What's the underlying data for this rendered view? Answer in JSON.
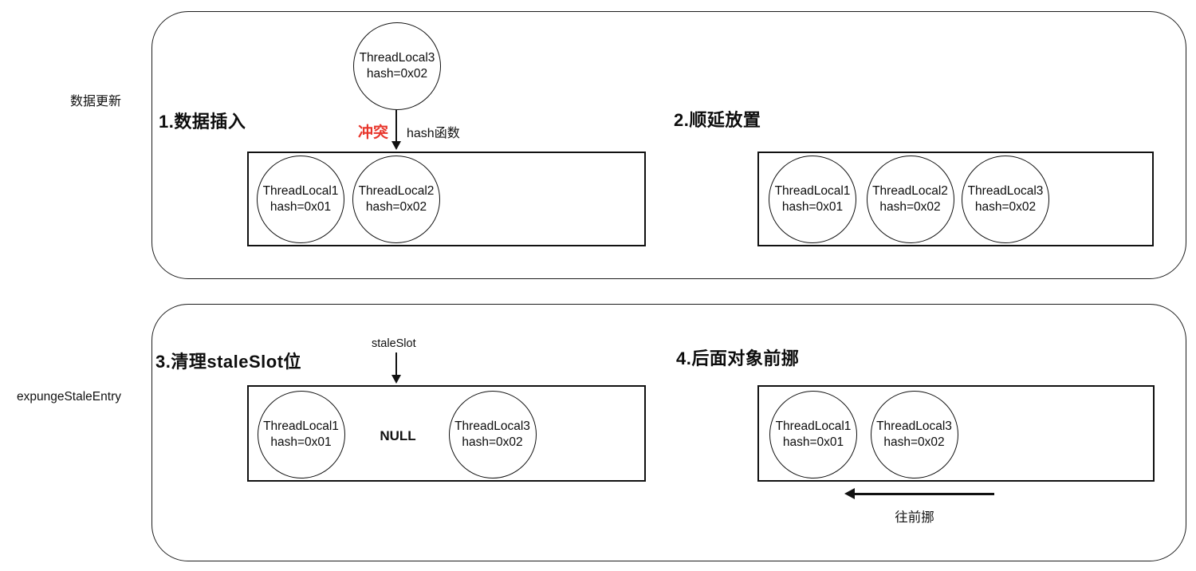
{
  "side_labels": {
    "top": "数据更新",
    "bottom": "expungeStaleEntry"
  },
  "top_panel": {
    "section1": {
      "title": "1.数据插入",
      "incoming": {
        "line1": "ThreadLocal3",
        "line2": "hash=0x02"
      },
      "conflict_label": "冲突",
      "hash_fn_label": "hash函数",
      "slots": [
        {
          "line1": "ThreadLocal1",
          "line2": "hash=0x01"
        },
        {
          "line1": "ThreadLocal2",
          "line2": "hash=0x02"
        }
      ]
    },
    "section2": {
      "title": "2.顺延放置",
      "slots": [
        {
          "line1": "ThreadLocal1",
          "line2": "hash=0x01"
        },
        {
          "line1": "ThreadLocal2",
          "line2": "hash=0x02"
        },
        {
          "line1": "ThreadLocal3",
          "line2": "hash=0x02"
        }
      ]
    }
  },
  "bottom_panel": {
    "section3": {
      "title": "3.清理staleSlot位",
      "pointer_label": "staleSlot",
      "null_label": "NULL",
      "slots": [
        {
          "line1": "ThreadLocal1",
          "line2": "hash=0x01"
        },
        {
          "line1": "ThreadLocal3",
          "line2": "hash=0x02"
        }
      ]
    },
    "section4": {
      "title": "4.后面对象前挪",
      "move_label": "往前挪",
      "slots": [
        {
          "line1": "ThreadLocal1",
          "line2": "hash=0x01"
        },
        {
          "line1": "ThreadLocal3",
          "line2": "hash=0x02"
        }
      ]
    }
  },
  "colors": {
    "conflict_red": "#e8352b",
    "stroke": "#111111",
    "background": "#ffffff"
  }
}
